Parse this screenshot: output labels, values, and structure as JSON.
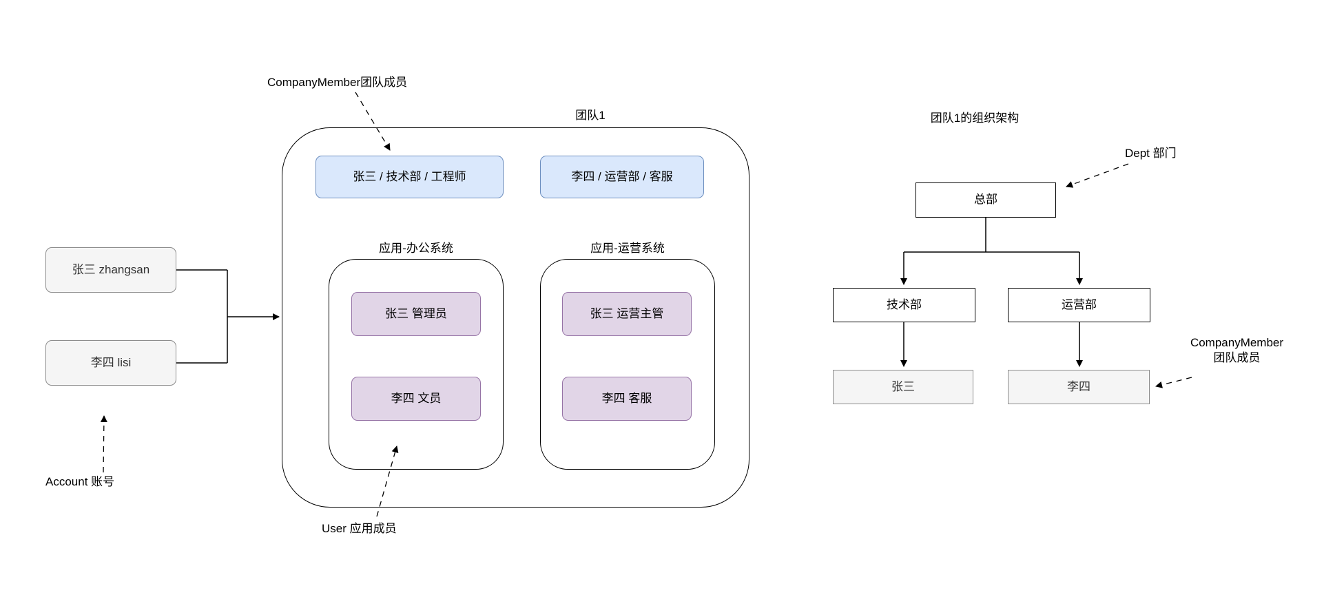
{
  "colors": {
    "blue_fill": "#dae8fc",
    "blue_border": "#6c8ebf",
    "purple_fill": "#e1d5e7",
    "purple_border": "#9673a6",
    "gray_fill": "#f5f5f5",
    "gray_border": "#8c8c8c",
    "line": "#000000"
  },
  "accounts": {
    "annotation": "Account 账号",
    "items": [
      "张三 zhangsan",
      "李四 lisi"
    ]
  },
  "team": {
    "title": "团队1",
    "member_annotation": "CompanyMember团队成员",
    "user_annotation": "User 应用成员",
    "members": [
      "张三  / 技术部 / 工程师",
      "李四 / 运营部 / 客服"
    ],
    "apps": [
      {
        "title": "应用-办公系统",
        "users": [
          "张三 管理员",
          "李四 文员"
        ]
      },
      {
        "title": "应用-运营系统",
        "users": [
          "张三 运营主管",
          "李四 客服"
        ]
      }
    ]
  },
  "org": {
    "title": "团队1的组织架构",
    "dept_annotation": "Dept 部门",
    "member_annotation": "CompanyMember\n团队成员",
    "root": "总部",
    "depts": [
      "技术部",
      "运营部"
    ],
    "members": [
      "张三",
      "李四"
    ]
  }
}
